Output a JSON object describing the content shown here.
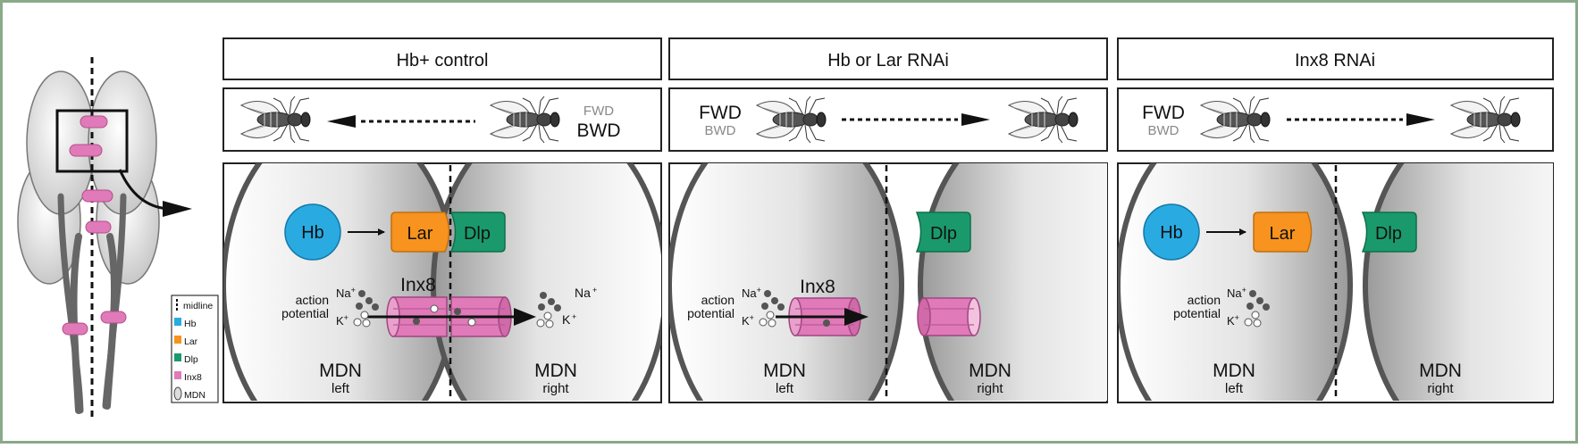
{
  "colors": {
    "frame": "#8aa98a",
    "hb": "#29abe2",
    "lar": "#f7931e",
    "dlp": "#1a9a6c",
    "inx8": "#e07ab8",
    "mdn_fill": "#d6d6d6",
    "mdn_edge": "#555555"
  },
  "legend": {
    "midline": "midline",
    "hb": "Hb",
    "lar": "Lar",
    "dlp": "Dlp",
    "inx8": "Inx8",
    "mdn": "MDN"
  },
  "panels": [
    {
      "title": "Hb+ control",
      "fwd_label": "FWD",
      "bwd_label": "BWD",
      "direction": "backward",
      "hb": "Hb",
      "lar": "Lar",
      "dlp": "Dlp",
      "inx8": "Inx8",
      "action_line1": "action",
      "action_line2": "potential",
      "na": "Na",
      "k": "K",
      "mdn_left": "MDN",
      "left_sub": "left",
      "mdn_right": "MDN",
      "right_sub": "right"
    },
    {
      "title": "Hb or Lar RNAi",
      "fwd_label": "FWD",
      "bwd_label": "BWD",
      "direction": "forward",
      "dlp": "Dlp",
      "inx8": "Inx8",
      "action_line1": "action",
      "action_line2": "potential",
      "na": "Na",
      "k": "K",
      "mdn_left": "MDN",
      "left_sub": "left",
      "mdn_right": "MDN",
      "right_sub": "right"
    },
    {
      "title": "Inx8 RNAi",
      "fwd_label": "FWD",
      "bwd_label": "BWD",
      "direction": "forward",
      "hb": "Hb",
      "lar": "Lar",
      "dlp": "Dlp",
      "action_line1": "action",
      "action_line2": "potential",
      "na": "Na",
      "k": "K",
      "mdn_left": "MDN",
      "left_sub": "left",
      "mdn_right": "MDN",
      "right_sub": "right"
    }
  ]
}
